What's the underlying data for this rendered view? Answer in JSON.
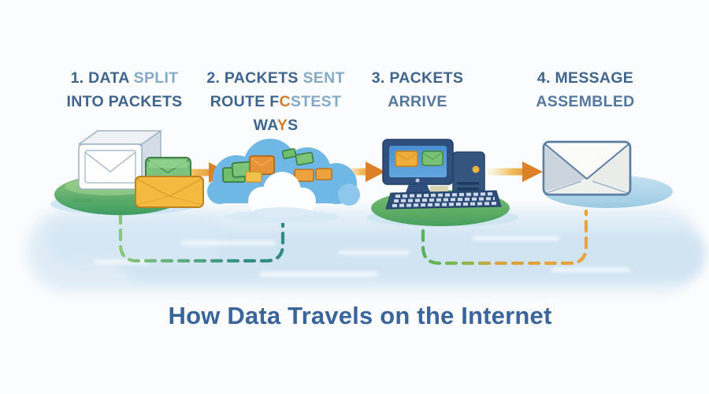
{
  "title": "How Data Travels on the Internet",
  "steps": [
    {
      "name": "data-split-into-packets",
      "icon": "mailbox-with-packets-icon",
      "lines": [
        [
          {
            "t": "1. DATA ",
            "tone": "dark"
          },
          {
            "t": "SPLIT",
            "tone": "light"
          }
        ],
        [
          {
            "t": "INTO PACKETS",
            "tone": "dark"
          }
        ]
      ]
    },
    {
      "name": "packets-sent-fastest-route",
      "icon": "cloud-with-packets-icon",
      "lines": [
        [
          {
            "t": "2. PACKETS ",
            "tone": "dark"
          },
          {
            "t": "SENT",
            "tone": "light"
          }
        ],
        [
          {
            "t": "ROUTE F",
            "tone": "dark"
          },
          {
            "t": "C",
            "tone": "orange"
          },
          {
            "t": "STEST",
            "tone": "light"
          }
        ],
        [
          {
            "t": "WA",
            "tone": "dark"
          },
          {
            "t": "Y",
            "tone": "orange"
          },
          {
            "t": "S",
            "tone": "dark"
          }
        ]
      ]
    },
    {
      "name": "packets-arrive",
      "icon": "desktop-computer-icon",
      "lines": [
        [
          {
            "t": "3. PACKETS",
            "tone": "dark"
          }
        ],
        [
          {
            "t": "ARRIVE",
            "tone": "mid"
          }
        ]
      ]
    },
    {
      "name": "message-assembled",
      "icon": "envelope-icon",
      "lines": [
        [
          {
            "t": "4. MESSAGE",
            "tone": "dark"
          }
        ],
        [
          {
            "t": "ASSEMBLED",
            "tone": "mid"
          }
        ]
      ]
    }
  ],
  "colors": {
    "accent_orange": "#e0832c",
    "packet_green": "#6fbe6c",
    "packet_yellow": "#f2b83f",
    "cloud_blue": "#6fb7e5",
    "mound_green": "#5fae5f",
    "teal_dash": "#2e8b85",
    "label_blue": "#3f648e",
    "label_light": "#85aac8",
    "title_blue": "#3a659c",
    "water_blue": "#d9e8f4"
  }
}
